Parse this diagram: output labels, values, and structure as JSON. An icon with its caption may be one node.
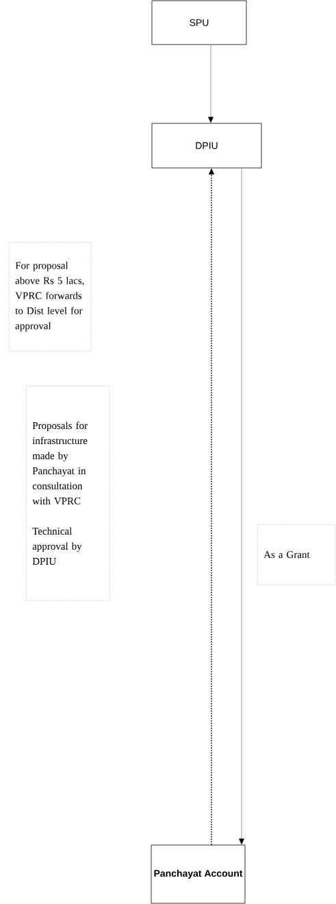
{
  "diagram": {
    "nodes": [
      {
        "text": [
          "SPU"
        ]
      },
      {
        "text": [
          "DPIU"
        ]
      },
      {
        "text": [
          "For proposal above Rs 5 lacs, VPRC forwards to Dist level for approval"
        ]
      },
      {
        "text": [
          "Proposals for infrastructure made by Panchayat in consultation with VPRC",
          "Technical approval by DPIU"
        ]
      },
      {
        "text": [
          "As a Grant"
        ]
      },
      {
        "text": [
          "Panchayat Account"
        ]
      }
    ],
    "edges": [
      {
        "from": 0,
        "to": 1,
        "arrow": "to"
      },
      {
        "from": 5,
        "to": 1,
        "arrow": "to",
        "style": "dashed"
      },
      {
        "from": 1,
        "to": 5,
        "arrow": "to"
      }
    ]
  }
}
